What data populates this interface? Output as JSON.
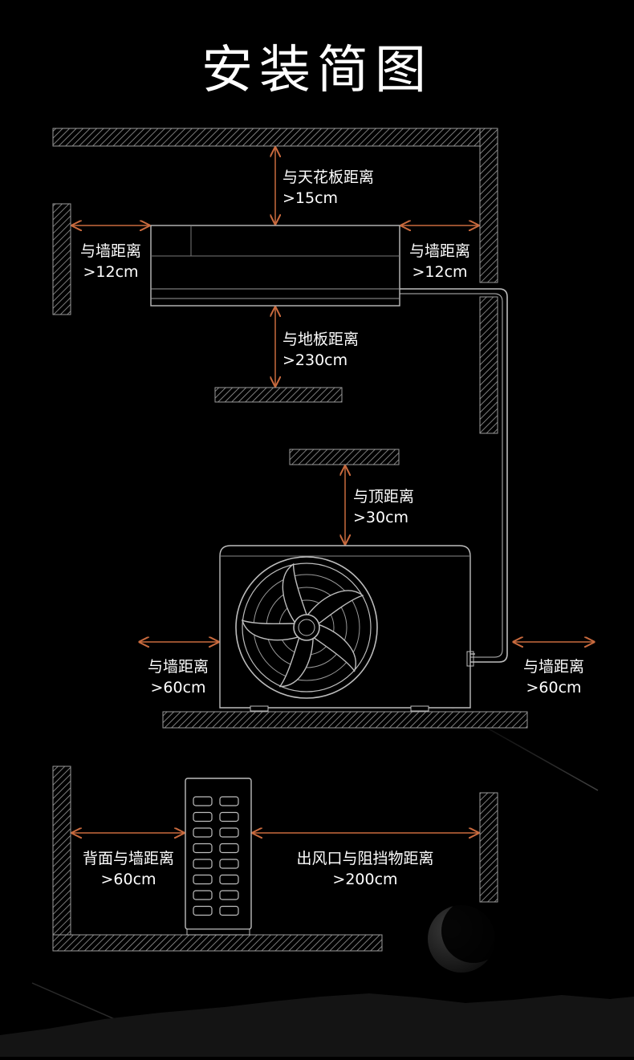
{
  "title": "安装简图",
  "labels": {
    "ceiling": {
      "line1": "与天花板距离",
      "line2": ">15cm"
    },
    "indoor_left": {
      "line1": "与墙距离",
      "line2": ">12cm"
    },
    "indoor_right": {
      "line1": "与墙距离",
      "line2": ">12cm"
    },
    "floor": {
      "line1": "与地板距离",
      "line2": ">230cm"
    },
    "outdoor_top": {
      "line1": "与顶距离",
      "line2": ">30cm"
    },
    "outdoor_left": {
      "line1": "与墙距离",
      "line2": ">60cm"
    },
    "outdoor_right": {
      "line1": "与墙距离",
      "line2": ">60cm"
    },
    "back_wall": {
      "line1": "背面与墙距离",
      "line2": ">60cm"
    },
    "outlet": {
      "line1": "出风口与阻挡物距离",
      "line2": ">200cm"
    }
  },
  "colors": {
    "arrow": "#c96a3e",
    "hatch": "#9a9a9a",
    "unit_outline": "#bdbdbd"
  }
}
